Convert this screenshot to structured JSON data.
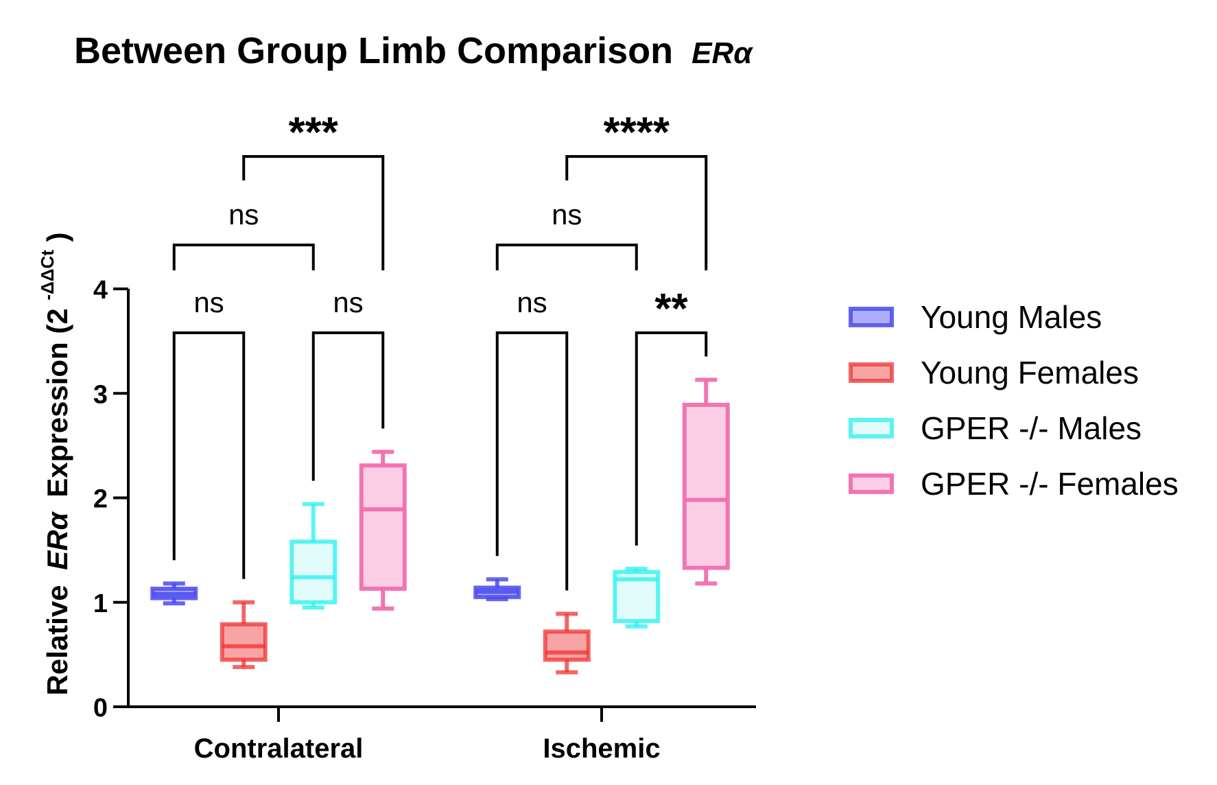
{
  "chart_data": {
    "type": "box",
    "title": "Between Group Limb Comparison",
    "title_gene": "ERα",
    "ylabel_prefix": "Relative",
    "ylabel_gene": "ERα",
    "ylabel_suffix": "Expression (2",
    "ylabel_superscript": "-ΔΔCt",
    "ylabel_close": ")",
    "ylim": [
      0,
      4
    ],
    "yticks": [
      "0",
      "1",
      "2",
      "3",
      "4"
    ],
    "categories": [
      "Contralateral",
      "Ischemic"
    ],
    "legend_position": "right",
    "series": [
      {
        "name": "Young Males",
        "stroke": "#4a4aee",
        "fill": "#6b6bf5",
        "fill_opacity": 0.55,
        "stroke_opacity": 0.85,
        "boxes": [
          {
            "min": 0.99,
            "q1": 1.04,
            "median": 1.08,
            "q3": 1.13,
            "max": 1.18
          },
          {
            "min": 1.03,
            "q1": 1.05,
            "median": 1.1,
            "q3": 1.14,
            "max": 1.22
          }
        ]
      },
      {
        "name": "Young Females",
        "stroke": "#ee3333",
        "fill": "#f25a5a",
        "fill_opacity": 0.55,
        "stroke_opacity": 0.75,
        "boxes": [
          {
            "min": 0.38,
            "q1": 0.45,
            "median": 0.58,
            "q3": 0.79,
            "max": 1.0
          },
          {
            "min": 0.33,
            "q1": 0.45,
            "median": 0.52,
            "q3": 0.72,
            "max": 0.89
          }
        ]
      },
      {
        "name": "GPER -/- Males",
        "stroke": "#33f0f0",
        "fill": "#d8fbfb",
        "fill_opacity": 0.75,
        "stroke_opacity": 0.8,
        "boxes": [
          {
            "min": 0.95,
            "q1": 1.0,
            "median": 1.24,
            "q3": 1.58,
            "max": 1.94
          },
          {
            "min": 0.77,
            "q1": 0.82,
            "median": 1.22,
            "q3": 1.29,
            "max": 1.32
          }
        ]
      },
      {
        "name": "GPER -/- Females",
        "stroke": "#f06fae",
        "fill": "#fbc5e0",
        "fill_opacity": 0.85,
        "stroke_opacity": 0.95,
        "boxes": [
          {
            "min": 0.94,
            "q1": 1.13,
            "median": 1.89,
            "q3": 2.31,
            "max": 2.44
          },
          {
            "min": 1.18,
            "q1": 1.33,
            "median": 1.98,
            "q3": 2.89,
            "max": 3.13
          }
        ]
      }
    ],
    "comparisons": [
      {
        "category": 0,
        "from": 0,
        "to": 1,
        "label": "ns"
      },
      {
        "category": 0,
        "from": 2,
        "to": 3,
        "label": "ns"
      },
      {
        "category": 0,
        "from": 0,
        "to": 2,
        "label": "ns"
      },
      {
        "category": 0,
        "from": 1,
        "to": 3,
        "label": "***"
      },
      {
        "category": 1,
        "from": 0,
        "to": 1,
        "label": "ns"
      },
      {
        "category": 1,
        "from": 2,
        "to": 3,
        "label": "**"
      },
      {
        "category": 1,
        "from": 0,
        "to": 2,
        "label": "ns"
      },
      {
        "category": 1,
        "from": 1,
        "to": 3,
        "label": "****"
      }
    ]
  }
}
